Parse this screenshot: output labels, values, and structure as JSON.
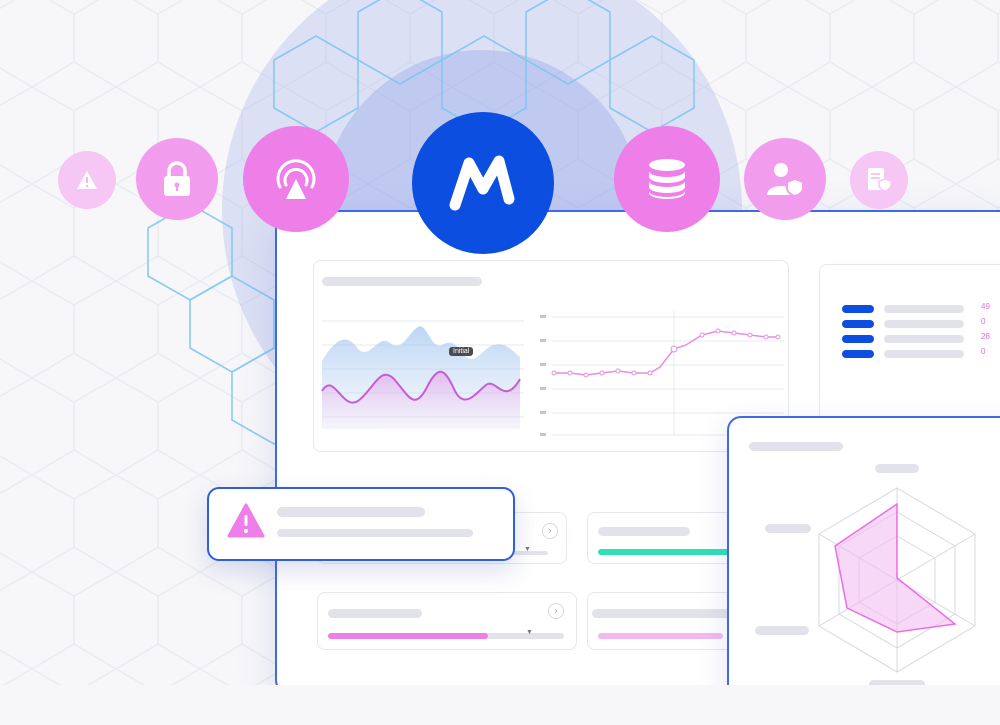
{
  "tooltip_label": "Initial",
  "list_values": [
    "49",
    "0",
    "28",
    "0"
  ],
  "icons": {
    "warning_small": "warning-icon",
    "lock": "lock-icon",
    "signal": "signal-tower-icon",
    "brand": "m-logo-icon",
    "database": "database-icon",
    "user_shield": "user-shield-icon",
    "doc_shield": "document-shield-icon"
  },
  "colors": {
    "brand_blue": "#0b4ee0",
    "pink": "#ee7ee8",
    "pink_light": "#f4b8f1",
    "teal": "#2fdfb5"
  }
}
